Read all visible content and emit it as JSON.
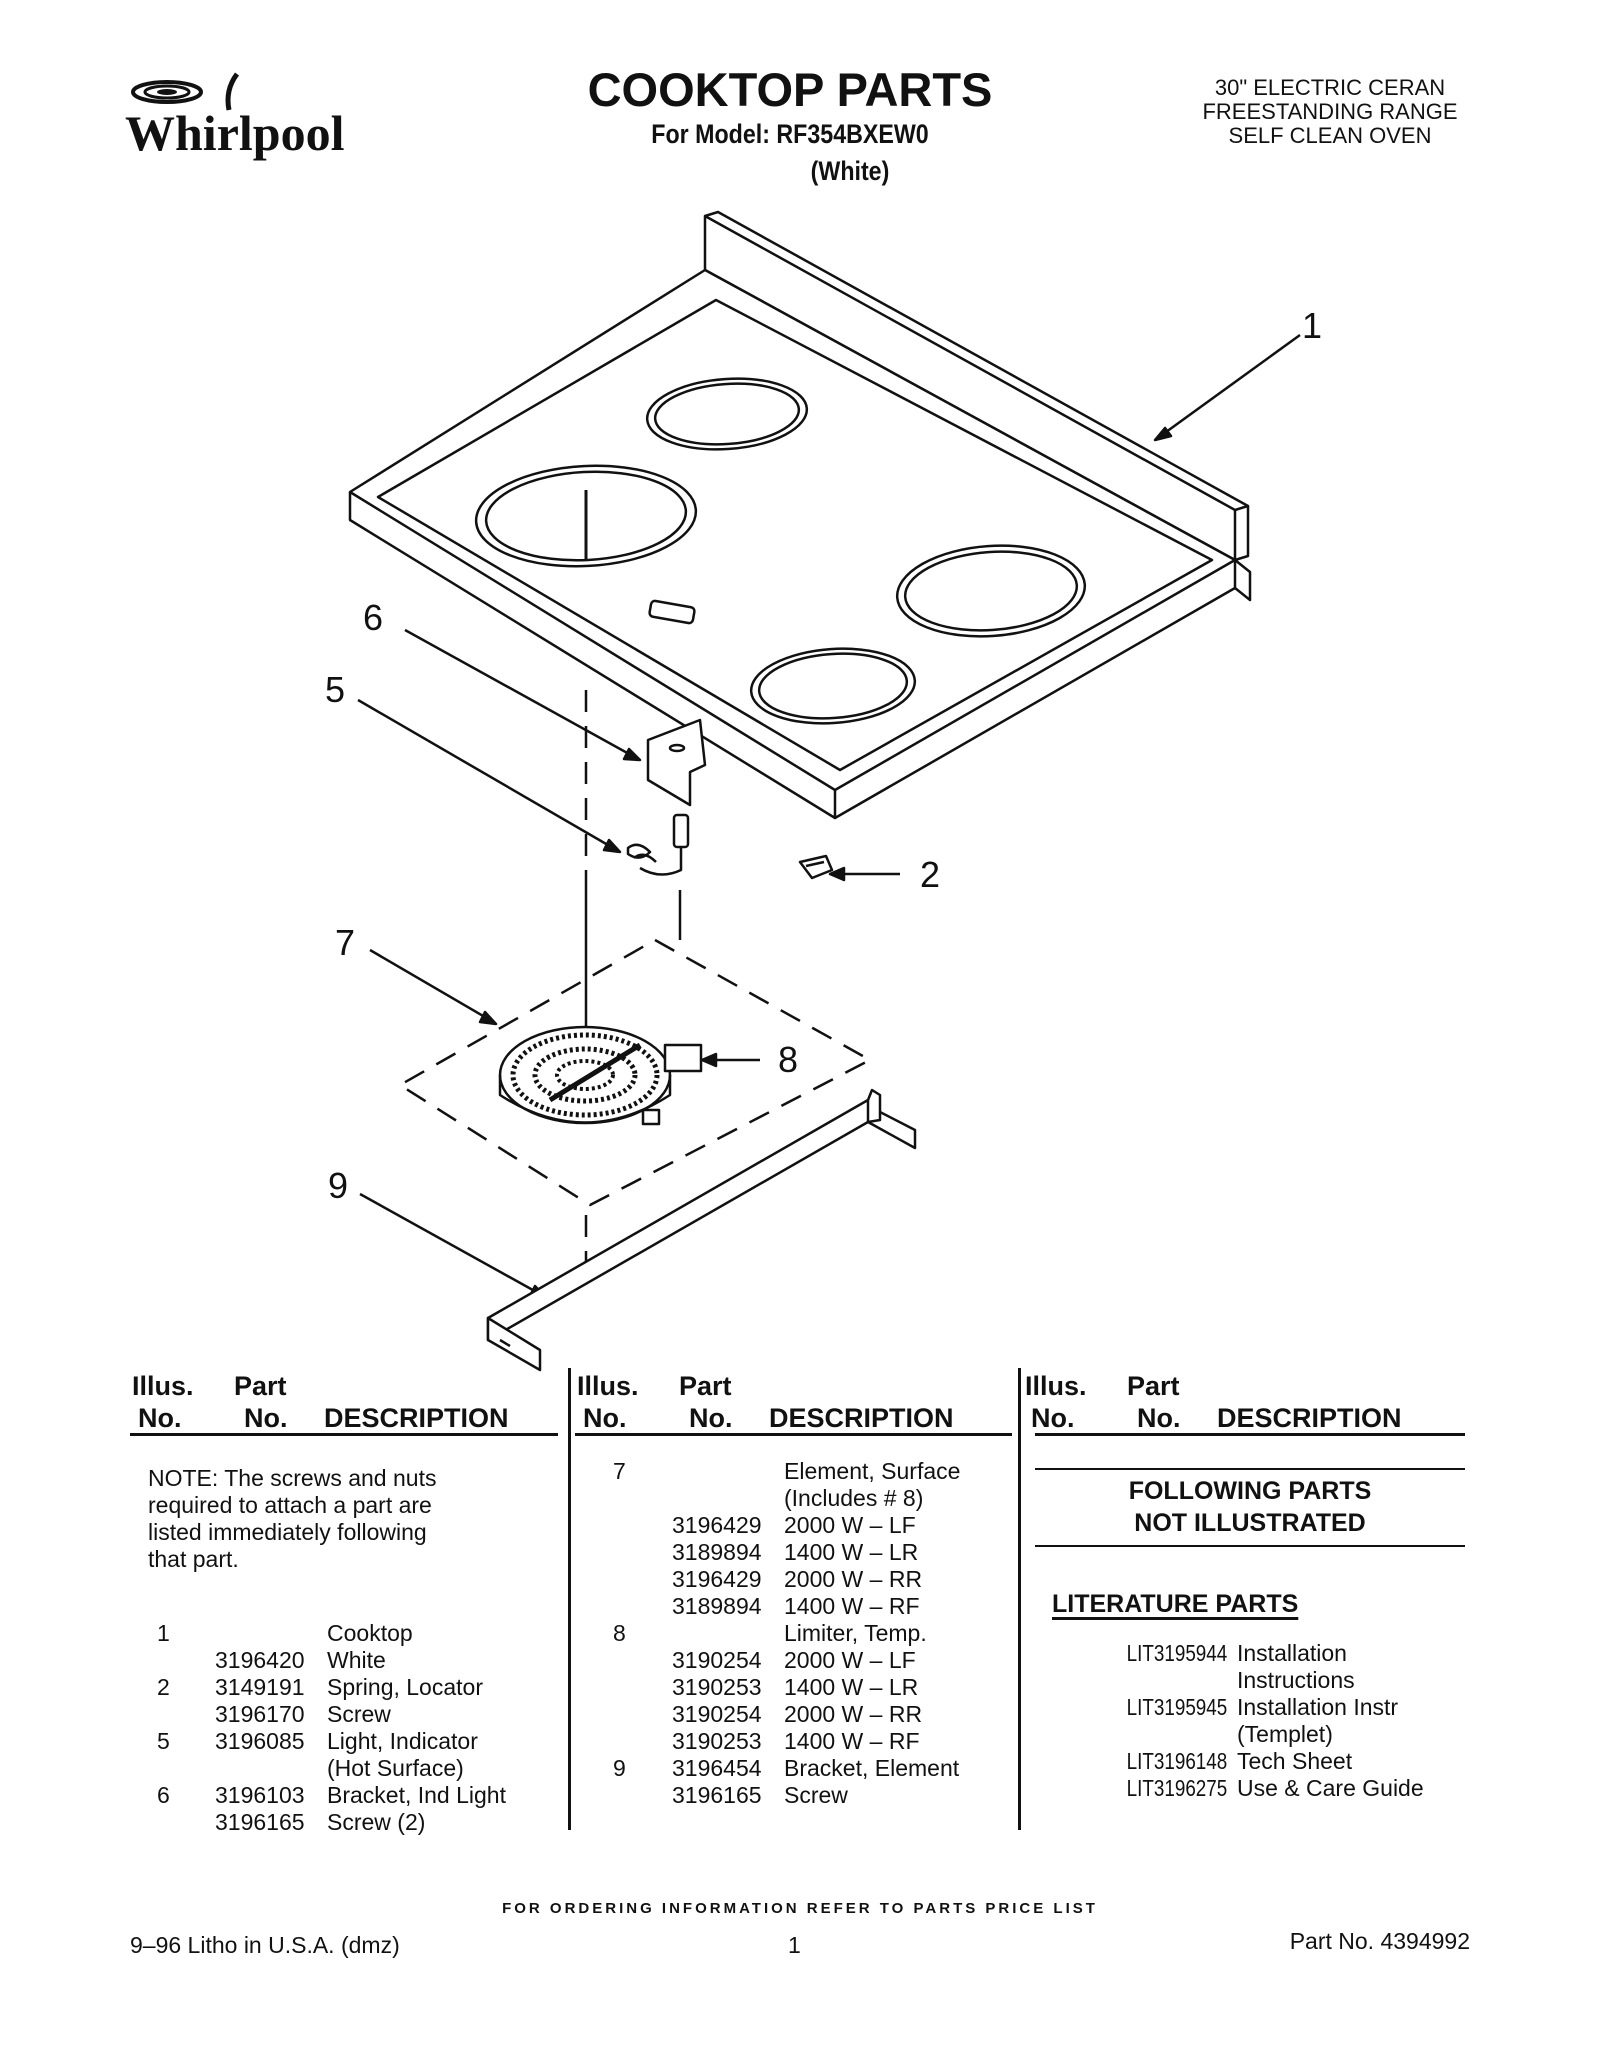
{
  "header": {
    "brand": "Whirlpool",
    "title": "COOKTOP PARTS",
    "model": "For Model: RF354BXEW0",
    "color": "(White)",
    "range_desc": [
      "30\" ELECTRIC CERAN",
      "FREESTANDING RANGE",
      "SELF CLEAN OVEN"
    ]
  },
  "diagram": {
    "callouts": [
      "1",
      "2",
      "5",
      "6",
      "7",
      "8",
      "9"
    ]
  },
  "table": {
    "col_illus_1": "Illus.",
    "col_illus_2": "No.",
    "col_part_1": "Part",
    "col_part_2": "No.",
    "col_desc": "DESCRIPTION",
    "note": [
      "NOTE: The screws and nuts",
      "required to attach a part are",
      "listed immediately following",
      "that part."
    ],
    "col1_rows": [
      {
        "illus": "1",
        "part": "",
        "desc": "Cooktop"
      },
      {
        "illus": "",
        "part": "3196420",
        "desc": "White"
      },
      {
        "illus": "2",
        "part": "3149191",
        "desc": "Spring, Locator"
      },
      {
        "illus": "",
        "part": "3196170",
        "desc": "Screw"
      },
      {
        "illus": "5",
        "part": "3196085",
        "desc": "Light, Indicator"
      },
      {
        "illus": "",
        "part": "",
        "desc": "(Hot Surface)"
      },
      {
        "illus": "6",
        "part": "3196103",
        "desc": "Bracket, Ind Light"
      },
      {
        "illus": "",
        "part": "3196165",
        "desc": "Screw (2)"
      }
    ],
    "col2_rows": [
      {
        "illus": "7",
        "part": "",
        "desc": "Element, Surface"
      },
      {
        "illus": "",
        "part": "",
        "desc": "(Includes # 8)"
      },
      {
        "illus": "",
        "part": "3196429",
        "desc": "2000 W – LF"
      },
      {
        "illus": "",
        "part": "3189894",
        "desc": "1400 W – LR"
      },
      {
        "illus": "",
        "part": "3196429",
        "desc": "2000 W – RR"
      },
      {
        "illus": "",
        "part": "3189894",
        "desc": "1400 W – RF"
      },
      {
        "illus": "8",
        "part": "",
        "desc": "Limiter, Temp."
      },
      {
        "illus": "",
        "part": "3190254",
        "desc": "2000 W – LF"
      },
      {
        "illus": "",
        "part": "3190253",
        "desc": "1400 W – LR"
      },
      {
        "illus": "",
        "part": "3190254",
        "desc": "2000 W – RR"
      },
      {
        "illus": "",
        "part": "3190253",
        "desc": "1400 W – RF"
      },
      {
        "illus": "9",
        "part": "3196454",
        "desc": "Bracket, Element"
      },
      {
        "illus": "",
        "part": "3196165",
        "desc": "Screw"
      }
    ],
    "not_illustrated": [
      "FOLLOWING PARTS",
      "NOT ILLUSTRATED"
    ],
    "literature_title": "LITERATURE PARTS",
    "literature": [
      {
        "part": "LIT3195944",
        "desc": "Installation"
      },
      {
        "part": "",
        "desc": "Instructions"
      },
      {
        "part": "LIT3195945",
        "desc": "Installation Instr"
      },
      {
        "part": "",
        "desc": "(Templet)"
      },
      {
        "part": "LIT3196148",
        "desc": "Tech Sheet"
      },
      {
        "part": "LIT3196275",
        "desc": "Use & Care Guide"
      }
    ]
  },
  "footer": {
    "ordering": "FOR ORDERING INFORMATION REFER TO PARTS PRICE LIST",
    "litho": "9–96 Litho in U.S.A. (dmz)",
    "page": "1",
    "part_no": "Part No. 4394992"
  }
}
